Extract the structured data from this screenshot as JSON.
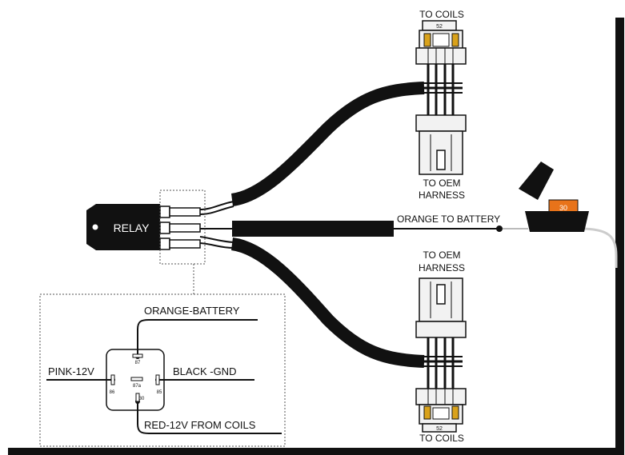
{
  "relay_body_label": "RELAY",
  "coil_connector_top": {
    "label": "TO COILS",
    "pin_mark": "52"
  },
  "oem_connector_top": {
    "label_line1": "TO OEM",
    "label_line2": "HARNESS"
  },
  "battery_lead": {
    "label": "ORANGE TO BATTERY"
  },
  "fuse_holder": {
    "fuse_value": "30"
  },
  "oem_connector_bottom": {
    "label_line1": "TO OEM",
    "label_line2": "HARNESS"
  },
  "coil_connector_bottom": {
    "label": "TO COILS",
    "pin_mark": "52"
  },
  "schematic": {
    "pin87_wire": "ORANGE-BATTERY",
    "pin86_wire": "PINK-12V",
    "pin85_wire": "BLACK -GND",
    "pin30_wire": "RED-12V FROM COILS",
    "pin87_num": "87",
    "pin86_num": "86",
    "pin85_num": "85",
    "pin87a_num": "87a",
    "pin30_num": "30"
  },
  "colors": {
    "cable": "#111111",
    "frame_shadow": "#111111",
    "fuse_orange": "#e8731a",
    "connector_yellow": "#d9a21b",
    "connector_fill": "#f2f2f2",
    "dotted_line": "#555555"
  }
}
